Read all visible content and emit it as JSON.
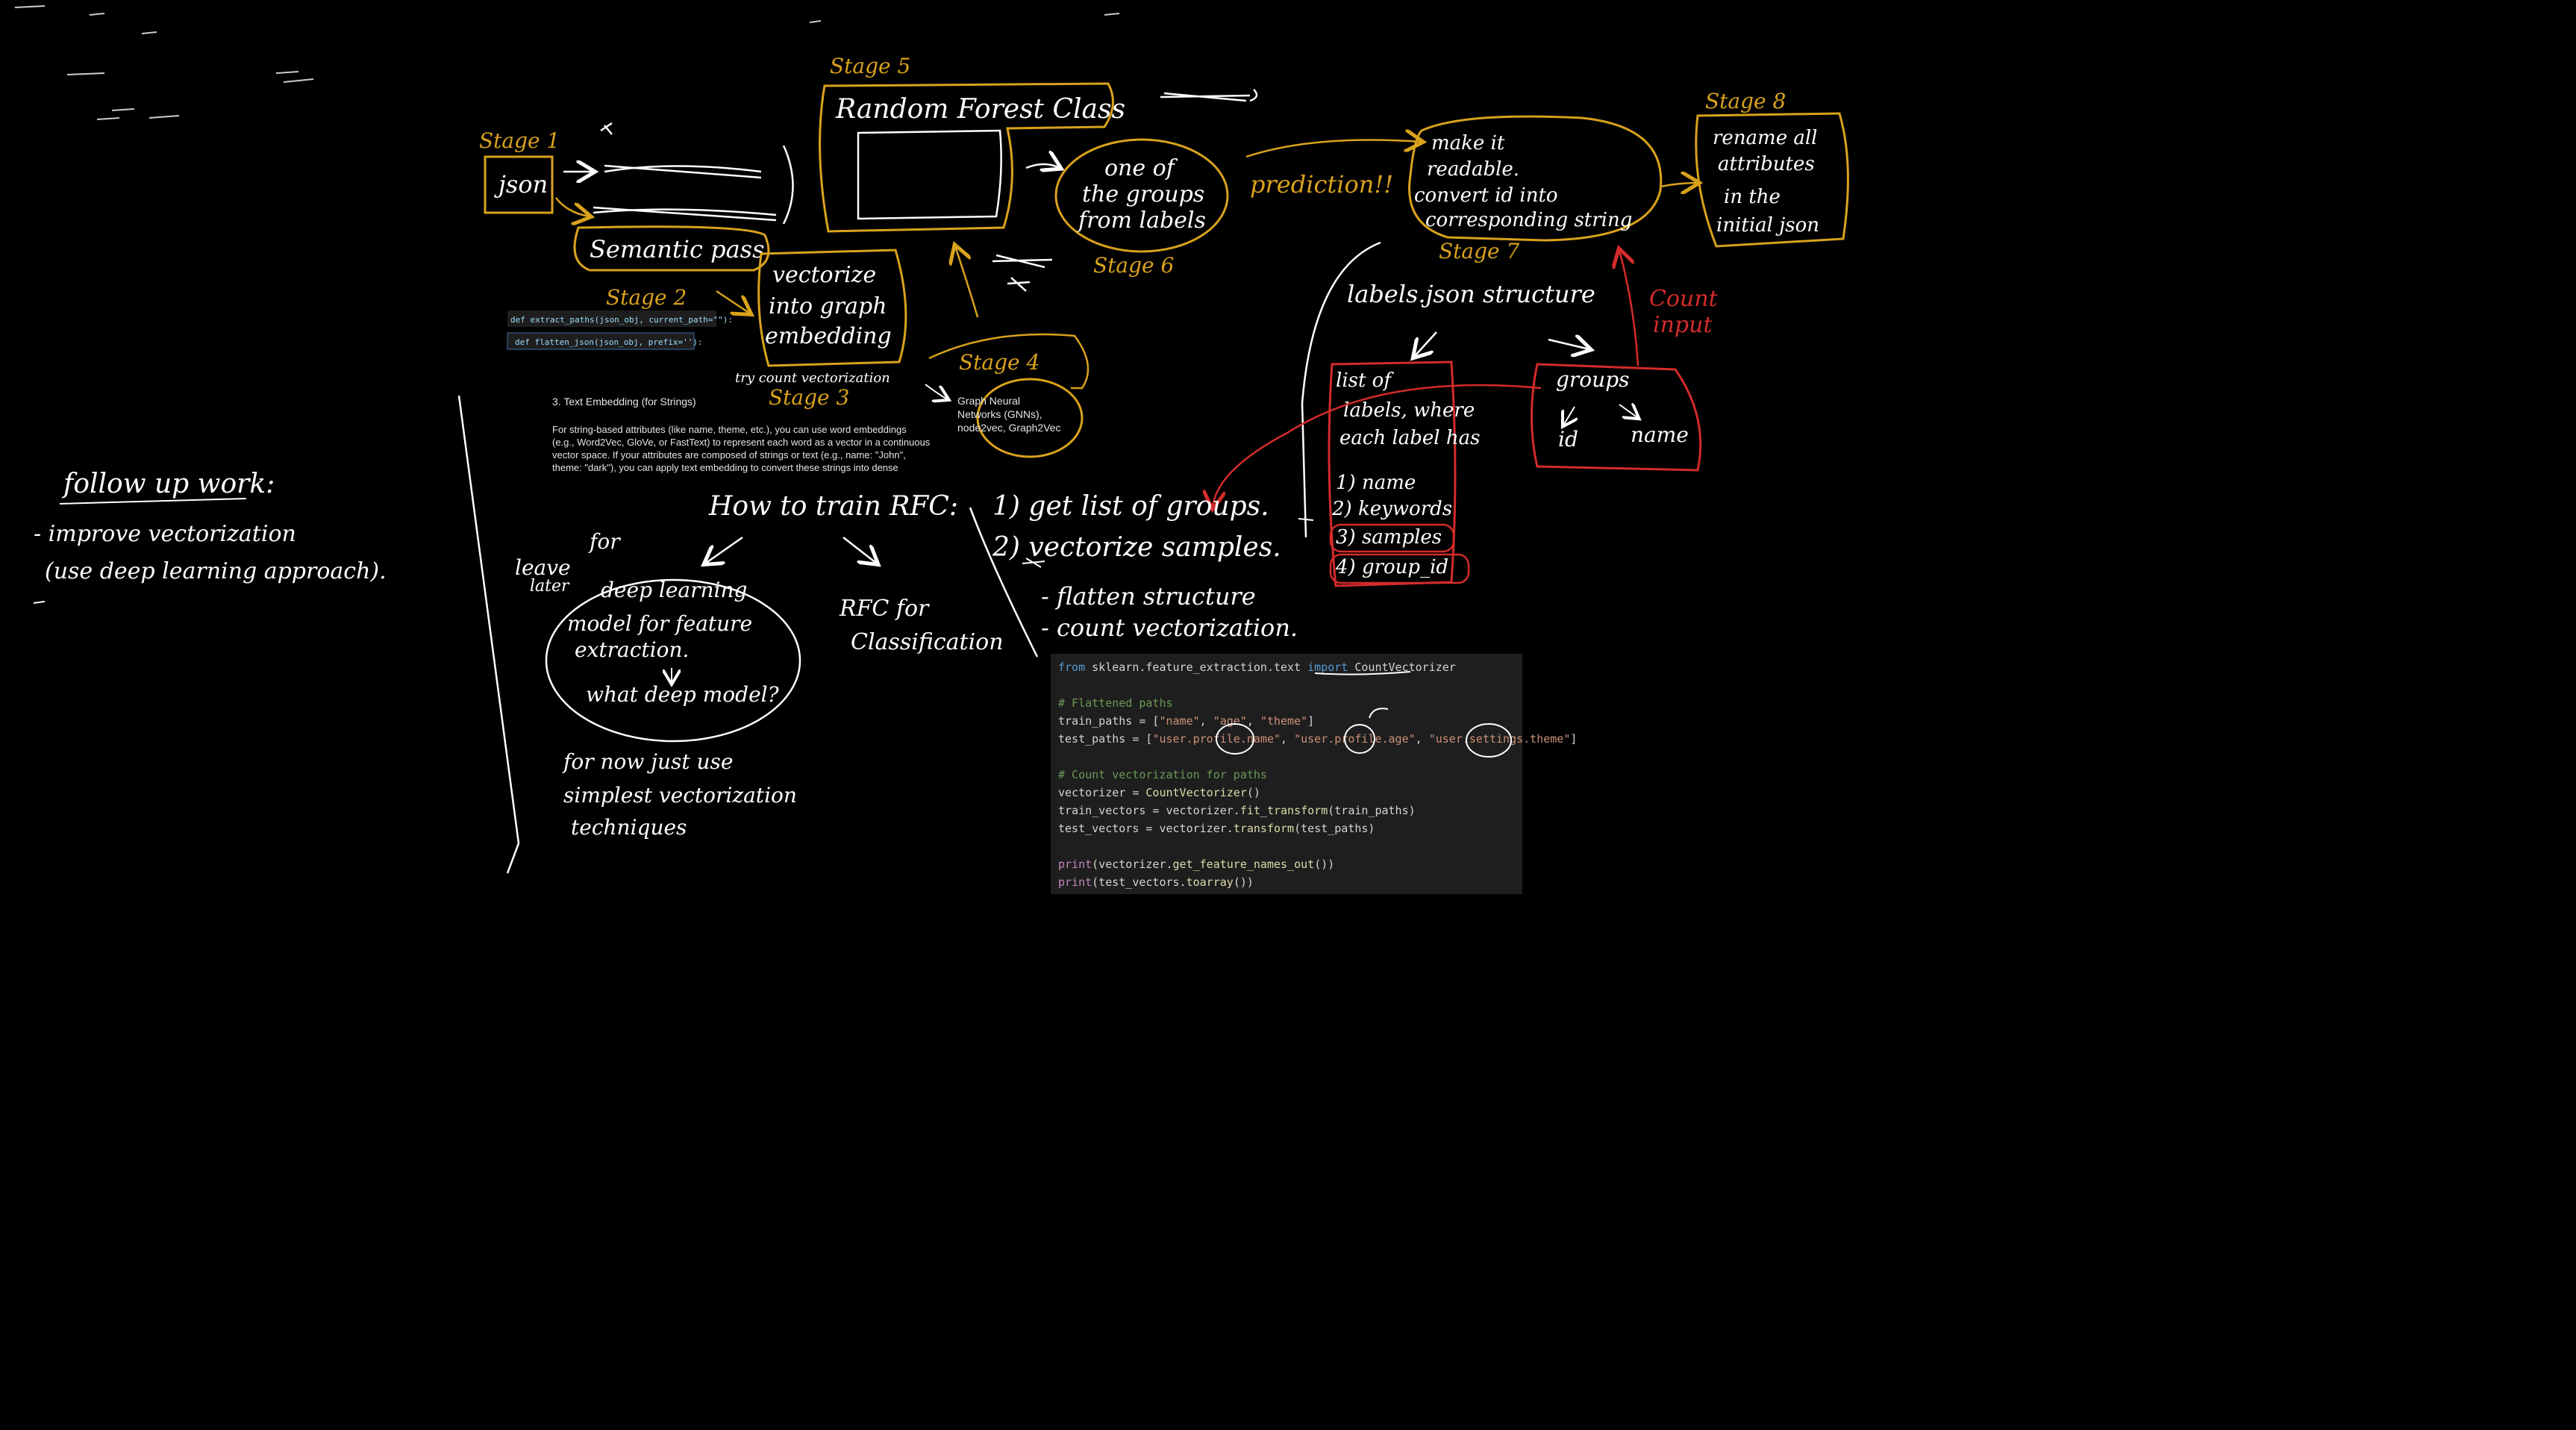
{
  "colors": {
    "background": "#000000",
    "ink_white": "#ffffff",
    "ink_gold": "#d9a21b",
    "ink_red": "#d42b2b",
    "code_bg": "#1e1e1e"
  },
  "stages": {
    "stage1": "Stage 1",
    "stage2": "Stage 2",
    "stage3": "Stage 3",
    "stage4": "Stage 4",
    "stage5": "Stage 5",
    "stage6": "Stage 6",
    "stage7": "Stage 7",
    "stage8": "Stage 8"
  },
  "nodes": {
    "json": "json",
    "semantic_pass": "Semantic pass",
    "rfc": "Random Forest Class",
    "vectorize": [
      "vectorize",
      "into graph",
      "embedding"
    ],
    "one_of_groups": [
      "one of",
      "the groups",
      "from labels"
    ],
    "prediction": "prediction!!",
    "make_readable": [
      "make it",
      "readable.",
      "convert id into",
      "corresponding string"
    ],
    "rename": [
      "rename all",
      "attributes",
      "in the",
      "initial json"
    ],
    "count_vectorization": "try count vectorization",
    "gnn_box": [
      "Graph Neural",
      "Networks (GNNs),",
      "node2vec, Graph2Vec"
    ],
    "labels_structure": "labels.json structure",
    "list_labels": [
      "list of",
      "labels, where",
      "each label has"
    ],
    "label_fields": [
      "1) name",
      "2) keywords",
      "3) samples",
      "4) group_id"
    ],
    "groups": "groups",
    "groups_id": "id",
    "groups_name": "name",
    "count_input": [
      "Count",
      "input"
    ]
  },
  "code_snippets": {
    "extract_paths": "def extract_paths(json_obj, current_path=\"\"):",
    "flatten_json": "def flatten_json(json_obj, prefix=''):"
  },
  "text_embedding": {
    "heading": "3. Text Embedding (for Strings)",
    "lines": [
      "For string-based attributes (like name, theme, etc.), you can use word embeddings",
      "(e.g., Word2Vec, GloVe, or FastText) to represent each word as a vector in a continuous",
      "vector space. If your attributes are composed of strings or text (e.g., name: \"John\",",
      "theme: \"dark\"), you can apply text embedding to convert these strings into dense"
    ]
  },
  "follow_up": {
    "title": "follow up work:",
    "lines": [
      "- improve vectorization",
      "(use deep learning approach)."
    ]
  },
  "how_to_train": {
    "title": "How to train RFC:",
    "steps": [
      "1) get list of groups.",
      "2) vectorize samples."
    ],
    "sub": [
      "- flatten structure",
      "- count vectorization."
    ],
    "rfc_for": [
      "RFC for",
      "Classification"
    ],
    "leave_for_later": [
      "leave",
      "for",
      "later"
    ],
    "deep_learning": [
      "deep learning",
      "model for feature",
      "extraction.",
      "what deep model?"
    ],
    "for_now": [
      "for now just use",
      "simplest vectorization",
      "techniques"
    ]
  },
  "code_block": {
    "lines": [
      [
        {
          "t": "from",
          "c": "kw"
        },
        {
          "t": " sklearn.feature_extraction.text ",
          "c": ""
        },
        {
          "t": "import",
          "c": "kw"
        },
        {
          "t": " CountVectorizer",
          "c": ""
        }
      ],
      [],
      [
        {
          "t": "# Flattened paths",
          "c": "cm"
        }
      ],
      [
        {
          "t": "train_paths = [",
          "c": ""
        },
        {
          "t": "\"name\"",
          "c": "str"
        },
        {
          "t": ", ",
          "c": ""
        },
        {
          "t": "\"age\"",
          "c": "str"
        },
        {
          "t": ", ",
          "c": ""
        },
        {
          "t": "\"theme\"",
          "c": "str"
        },
        {
          "t": "]",
          "c": ""
        }
      ],
      [
        {
          "t": "test_paths = [",
          "c": ""
        },
        {
          "t": "\"user.profile.name\"",
          "c": "str"
        },
        {
          "t": ", ",
          "c": ""
        },
        {
          "t": "\"user.profile.age\"",
          "c": "str"
        },
        {
          "t": ", ",
          "c": ""
        },
        {
          "t": "\"user.settings.theme\"",
          "c": "str"
        },
        {
          "t": "]",
          "c": ""
        }
      ],
      [],
      [
        {
          "t": "# Count vectorization for paths",
          "c": "cm"
        }
      ],
      [
        {
          "t": "vectorizer = ",
          "c": ""
        },
        {
          "t": "CountVectorizer",
          "c": "fn"
        },
        {
          "t": "()",
          "c": ""
        }
      ],
      [
        {
          "t": "train_vectors = vectorizer.",
          "c": ""
        },
        {
          "t": "fit_transform",
          "c": "fn"
        },
        {
          "t": "(train_paths)",
          "c": ""
        }
      ],
      [
        {
          "t": "test_vectors = vectorizer.",
          "c": ""
        },
        {
          "t": "transform",
          "c": "fn"
        },
        {
          "t": "(test_paths)",
          "c": ""
        }
      ],
      [],
      [
        {
          "t": "print",
          "c": "pr"
        },
        {
          "t": "(vectorizer.",
          "c": ""
        },
        {
          "t": "get_feature_names_out",
          "c": "fn"
        },
        {
          "t": "())",
          "c": ""
        }
      ],
      [
        {
          "t": "print",
          "c": "pr"
        },
        {
          "t": "(test_vectors.",
          "c": ""
        },
        {
          "t": "toarray",
          "c": "fn"
        },
        {
          "t": "())",
          "c": ""
        }
      ]
    ]
  }
}
